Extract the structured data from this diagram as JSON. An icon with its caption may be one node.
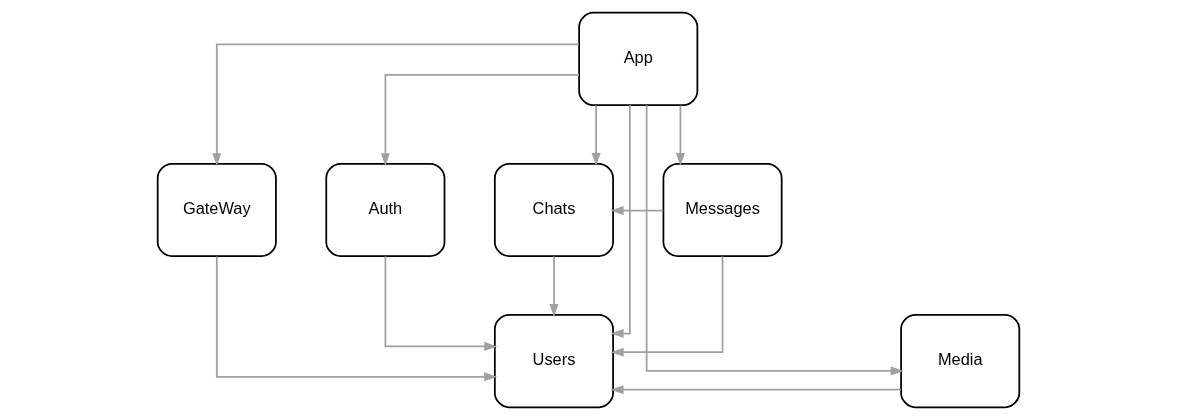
{
  "diagram": {
    "nodes": [
      {
        "text": [
          "App"
        ]
      },
      {
        "text": [
          "GateWay"
        ]
      },
      {
        "text": [
          "Auth"
        ]
      },
      {
        "text": [
          "Chats"
        ]
      },
      {
        "text": [
          "Messages"
        ]
      },
      {
        "text": [
          "Media"
        ]
      },
      {
        "text": [
          "Users"
        ]
      }
    ],
    "edges": [
      {
        "from": 0,
        "to": 5,
        "arrow": "to"
      },
      {
        "from": 0,
        "to": 1,
        "arrow": "to"
      },
      {
        "from": 0,
        "to": 6,
        "arrow": "to"
      },
      {
        "from": 0,
        "to": 2,
        "arrow": "to"
      },
      {
        "from": 0,
        "to": 3,
        "arrow": "to"
      },
      {
        "from": 0,
        "to": 4,
        "arrow": "to"
      },
      {
        "from": 4,
        "to": 3,
        "arrow": "to"
      },
      {
        "from": 5,
        "to": 6,
        "arrow": "to"
      },
      {
        "from": 1,
        "to": 6,
        "arrow": "to"
      },
      {
        "from": 2,
        "to": 6,
        "arrow": "to"
      },
      {
        "from": 3,
        "to": 6,
        "arrow": "to"
      },
      {
        "from": 4,
        "to": 6,
        "arrow": "to"
      }
    ]
  }
}
